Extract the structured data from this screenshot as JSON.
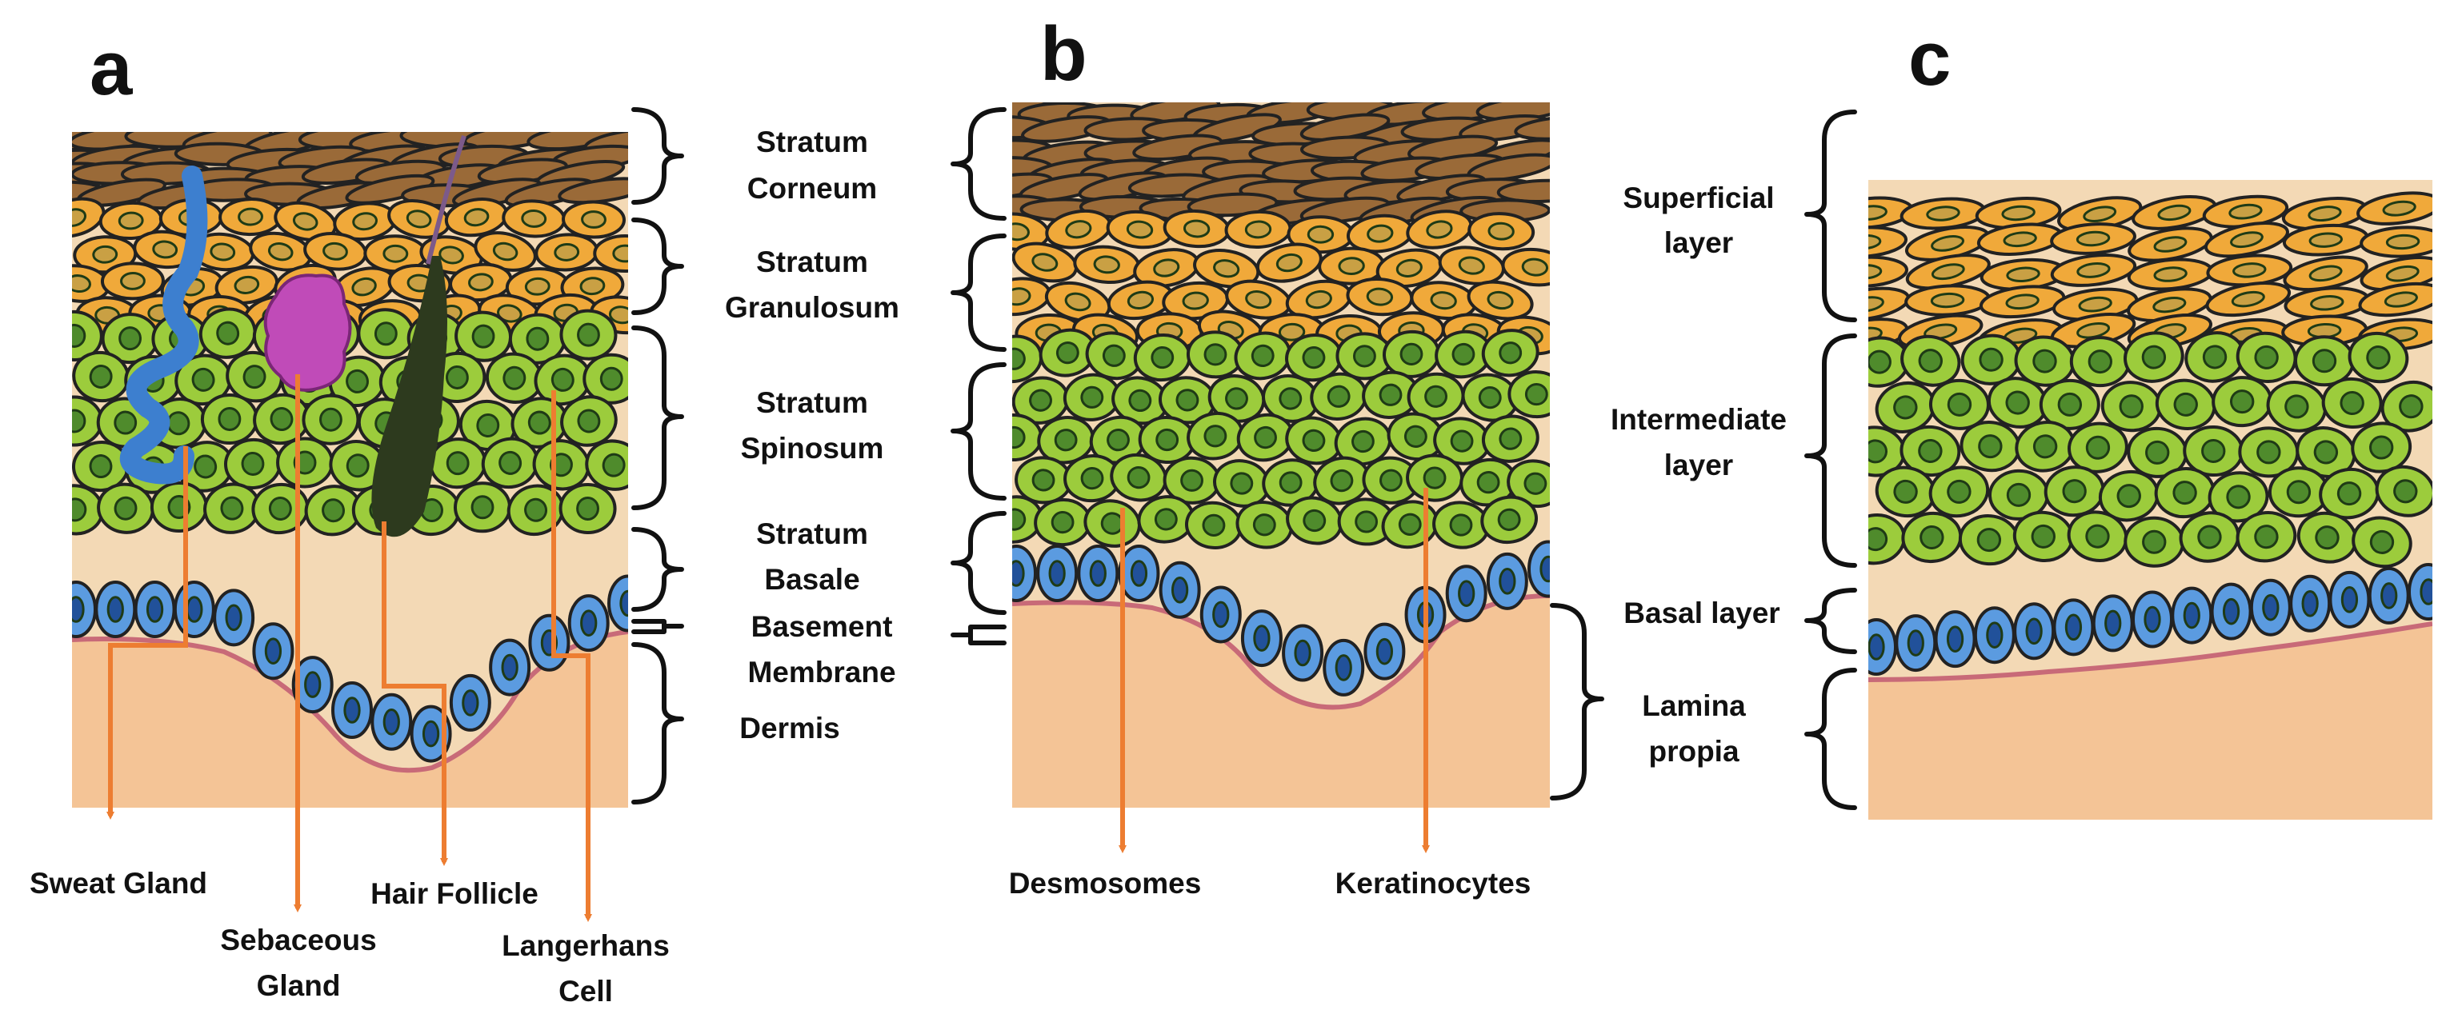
{
  "panels": {
    "a": {
      "letter": "a"
    },
    "b": {
      "letter": "b"
    },
    "c": {
      "letter": "c"
    }
  },
  "skin_layers": {
    "corneum": [
      "Stratum",
      "Corneum"
    ],
    "granulosum": [
      "Stratum",
      "Granulosum"
    ],
    "spinosum": [
      "Stratum",
      "Spinosum"
    ],
    "basale": [
      "Stratum",
      "Basale"
    ],
    "basement": [
      "Basement",
      "Membrane"
    ],
    "dermis": [
      "Dermis"
    ]
  },
  "mucosa_layers": {
    "superficial": [
      "Superficial",
      "layer"
    ],
    "intermediate": [
      "Intermediate",
      "layer"
    ],
    "basal": [
      "Basal layer"
    ],
    "lamina": [
      "Lamina",
      "propia"
    ]
  },
  "callouts_a": {
    "sweat_gland": [
      "Sweat Gland"
    ],
    "sebaceous_gland": [
      "Sebaceous",
      "Gland"
    ],
    "hair_follicle": [
      "Hair Follicle"
    ],
    "langerhans_cell": [
      "Langerhans",
      "Cell"
    ]
  },
  "callouts_b": {
    "desmosomes": [
      "Desmosomes"
    ],
    "keratinocytes": [
      "Keratinocytes"
    ]
  },
  "colors": {
    "dermis": "#f4c496",
    "basal_cell": "#5b9be0",
    "spinous_cell": "#9ccc3c",
    "granular_cell": "#f0a93a",
    "corneum": "#9a6a38",
    "sebaceous": "#c04bb8",
    "hair": "#2d3a1e",
    "callout": "#ed7d31",
    "bracket": "#111111"
  }
}
